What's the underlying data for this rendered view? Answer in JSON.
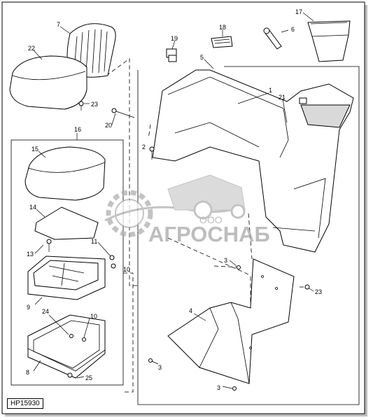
{
  "diagram": {
    "reference_code": "HP15930",
    "watermark": {
      "top": "ООО",
      "bottom": "АГРОСНАБ"
    },
    "callouts": {
      "c1": "1",
      "c2": "2",
      "c3a": "3",
      "c3b": "3",
      "c3c": "3",
      "c4": "4",
      "c5": "5",
      "c6": "6",
      "c7": "7",
      "c8": "8",
      "c9": "9",
      "c10a": "10",
      "c10b": "10",
      "c11": "11",
      "c13": "13",
      "c14": "14",
      "c15": "15",
      "c16": "16",
      "c17": "17",
      "c18": "18",
      "c19": "19",
      "c20": "20",
      "c21": "21",
      "c22": "22",
      "c23a": "23",
      "c23b": "23",
      "c24": "24",
      "c25": "25"
    }
  }
}
